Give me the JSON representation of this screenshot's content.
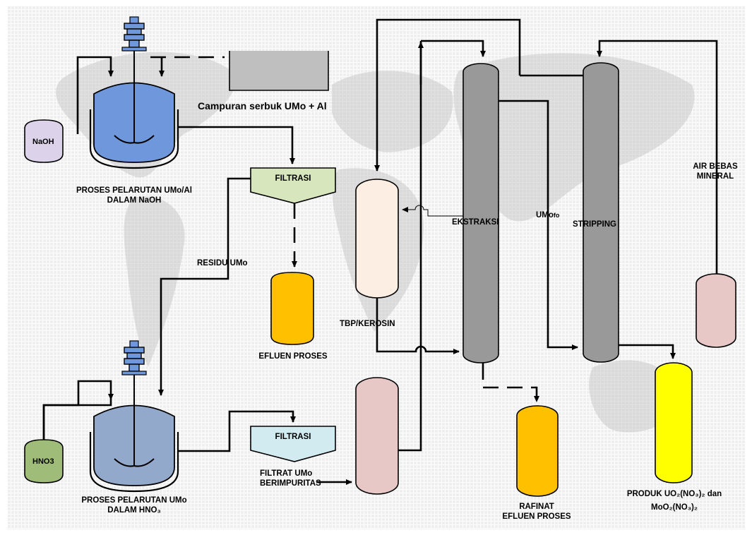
{
  "labels": {
    "powder_mix": "Campuran serbuk UMo + Al",
    "naoh": "NaOH",
    "process_naoh_1": "PROSES PELARUTAN UMo/Al",
    "process_naoh_2": "DALAM NaOH",
    "filtrasi_top": "FILTRASI",
    "residu": "RESIDU UMo",
    "efluen_proses": "EFLUEN PROSES",
    "hno3": "HNO3",
    "process_hno3_1": "PROSES PELARUTAN UMo",
    "process_hno3_2": "DALAM HNO₃",
    "filtrasi_bottom": "FILTRASI",
    "filtrat_1": "FILTRAT UMo",
    "filtrat_2": "BERIMPURITAS",
    "tbp": "TBP/KEROSIN",
    "ekstraksi": "EKSTRAKSI",
    "umo_main": "UMo",
    "umo_sub": "fo",
    "stripping": "STRIPPING",
    "air_1": "AIR BEBAS",
    "air_2": "MINERAL",
    "rafinat_1": "RAFINAT",
    "rafinat_2": "EFLUEN PROSES",
    "produk_1": "PRODUK UO₂(NO₃)₂ dan",
    "produk_2": "MoO₂(NO₃)₂"
  },
  "colors": {
    "reactor_top": "#6f97dc",
    "reactor_bottom": "#93a9cc",
    "naoh_tank": "#dcd3ea",
    "hno3_tank": "#9fbd78",
    "filter_top": "#d7e6bd",
    "filter_bottom": "#d2ebf1",
    "powder_bin": "#bfbfbf",
    "orange_tank": "#ffc000",
    "cream_column": "#fdeee4",
    "pink_column": "#e8c8c6",
    "grey_column": "#999999",
    "yellow_tank": "#ffff00"
  },
  "icons": [
    "motor-icon",
    "agitator-icon",
    "world-map-background"
  ]
}
